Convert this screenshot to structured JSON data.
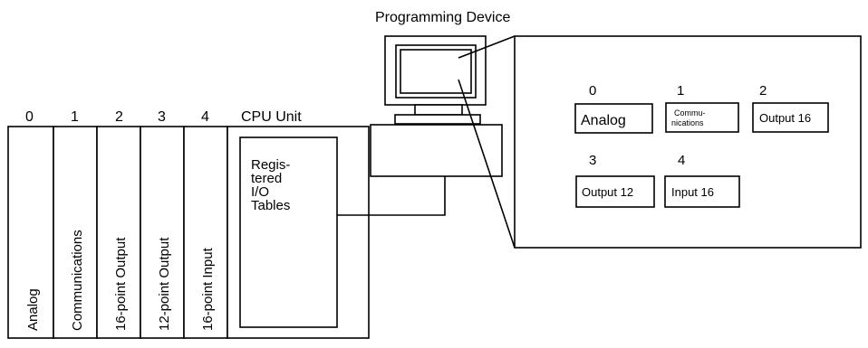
{
  "programming_device_label": "Programming Device",
  "cpu_unit_label": "CPU Unit",
  "slot_numbers": [
    "0",
    "1",
    "2",
    "3",
    "4"
  ],
  "unit_labels": [
    "Analog",
    "Communications",
    "16-point Output",
    "12-point Output",
    "16-point Input"
  ],
  "registered_tables_lines": [
    "Regis-",
    "tered",
    "I/O",
    "Tables"
  ],
  "screen": {
    "numbers": [
      "0",
      "1",
      "2",
      "3",
      "4"
    ],
    "analog": "Analog",
    "comm_line1": "Commu-",
    "comm_line2": "nications",
    "output16": "Output 16",
    "output12": "Output 12",
    "input16": "Input 16"
  }
}
